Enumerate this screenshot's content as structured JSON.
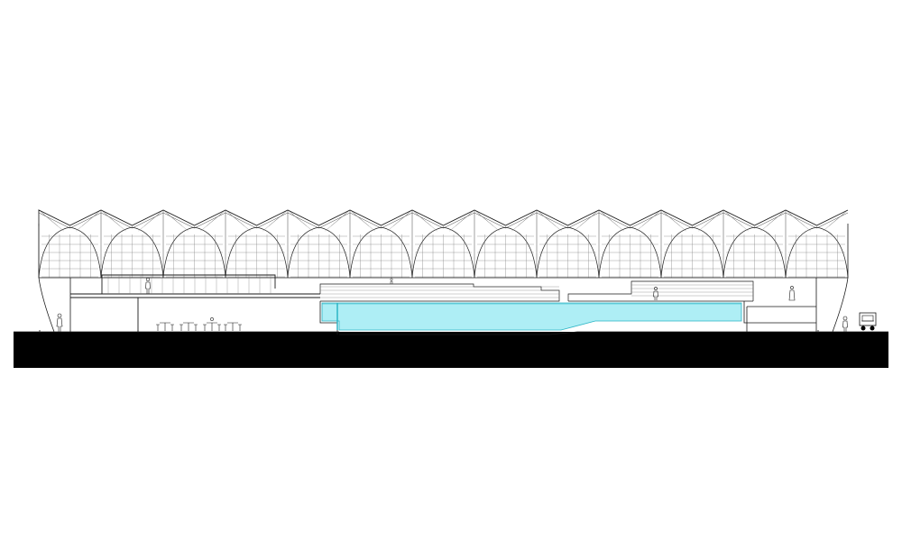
{
  "drawing": {
    "type": "architectural-section",
    "roof_bays": 13,
    "colors": {
      "line": "#1a1a1a",
      "ground": "#000000",
      "pool_water": "#aeeef5",
      "pool_edge": "#2bb5c5",
      "background": "#ffffff"
    },
    "elements": [
      "folded-roof",
      "arched-trusses",
      "upper-deck",
      "terraced-steps",
      "swimming-pool",
      "cafe-tables",
      "human-figures",
      "vending-cart",
      "ground-slab"
    ]
  }
}
